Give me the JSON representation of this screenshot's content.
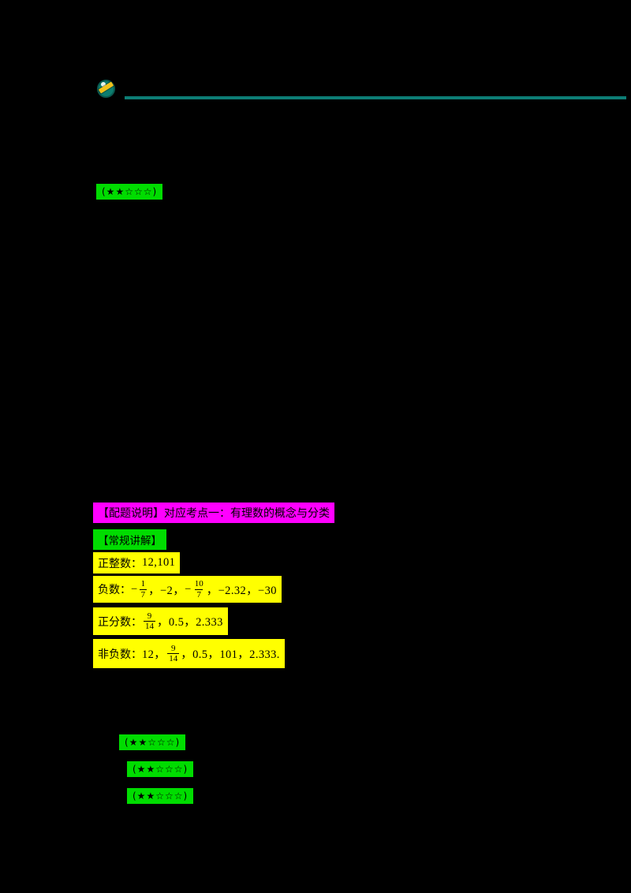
{
  "page": {
    "bg": "#000000",
    "accent_teal": "#0d7d75",
    "highlight_green": "#00dc00",
    "highlight_magenta": "#ff00ff",
    "highlight_yellow": "#ffff00"
  },
  "header": {
    "logo_icon": "pencil-badge-icon"
  },
  "difficulty_top": {
    "stars": "(★★☆☆☆)"
  },
  "match_note": {
    "text": "【配题说明】对应考点一：有理数的概念与分类"
  },
  "regular_explain": {
    "text": "【常规讲解】"
  },
  "solution": {
    "positive_integers": {
      "label": "正整数：",
      "value": "12,101"
    },
    "negatives": {
      "label": "负数：",
      "minus1": "−",
      "frac1_num": "1",
      "frac1_den": "7",
      "mid": "，−2，",
      "minus2": "−",
      "frac2_num": "10",
      "frac2_den": "7",
      "tail": "，−2.32，−30"
    },
    "positive_fractions": {
      "label": "正分数：",
      "frac_num": "9",
      "frac_den": "14",
      "tail": "，0.5，2.333"
    },
    "non_negatives": {
      "label": "非负数：",
      "head": "12，",
      "frac_num": "9",
      "frac_den": "14",
      "tail": "，0.5，101，2.333."
    }
  },
  "difficulty_list": [
    {
      "stars": "(★★☆☆☆)"
    },
    {
      "stars": "(★★☆☆☆)"
    },
    {
      "stars": "(★★☆☆☆)"
    }
  ]
}
